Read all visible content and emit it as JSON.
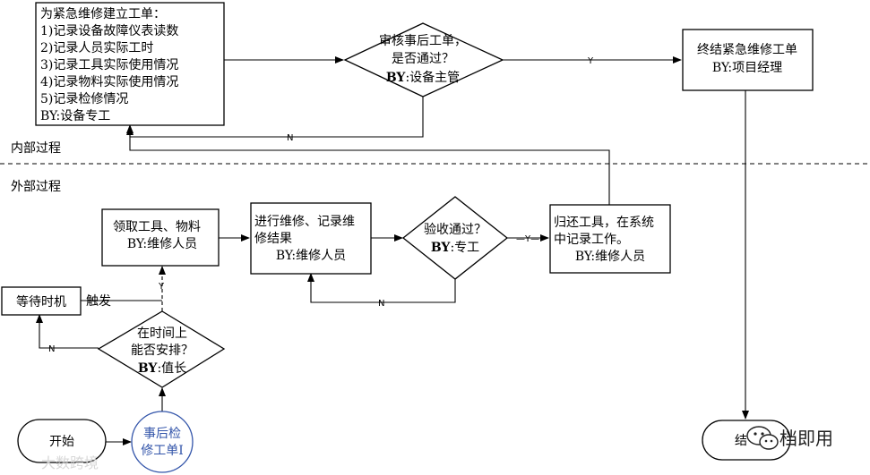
{
  "sections": {
    "internal": "内部过程",
    "external": "外部过程"
  },
  "nodes": {
    "create_order": {
      "lines": [
        "为紧急维修建立工单：",
        "1)记录设备故障仪表读数",
        "2)记录人员实际工时",
        "3)记录工具实际使用情况",
        "4)记录物料实际使用情况",
        "5)记录检修情况",
        "BY:设备专工"
      ]
    },
    "review": {
      "line1": "审核事后工单，",
      "line2": "是否通过？",
      "by_bold": "BY",
      "by_rest": ":设备主管"
    },
    "close_order": {
      "line1": "终结紧急维修工单",
      "line2": "BY:项目经理"
    },
    "get_tools": {
      "line1": "领取工具、物料",
      "line2": "BY:维修人员"
    },
    "repair": {
      "line1": "进行维修、记录维",
      "line2": "修结果",
      "line3": "BY:维修人员"
    },
    "accept": {
      "line1": "验收通过？",
      "by_bold": "BY",
      "by_rest": ":专工"
    },
    "return_tools": {
      "line1": "归还工具，在系统",
      "line2": "中记录工作。",
      "line3": "BY:维修人员"
    },
    "wait": {
      "label": "等待时机"
    },
    "arrange": {
      "line1": "在时间上",
      "line2": "能否安排？",
      "by_bold": "BY",
      "by_rest": ":值长"
    },
    "start": {
      "label": "开始"
    },
    "post_order": {
      "line1": "事后检",
      "line2": "修工单I"
    },
    "end": {
      "label": "结"
    }
  },
  "edge_labels": {
    "review_yes": "Y",
    "review_no": "N",
    "accept_yes": "—Y—",
    "accept_no": "N",
    "arrange_yes": "Y",
    "arrange_no": "N",
    "trigger": "触发"
  },
  "watermarks": {
    "wechat": "档即用",
    "faint": "大数跨境"
  },
  "icons": {
    "wechat": "wechat-icon"
  }
}
